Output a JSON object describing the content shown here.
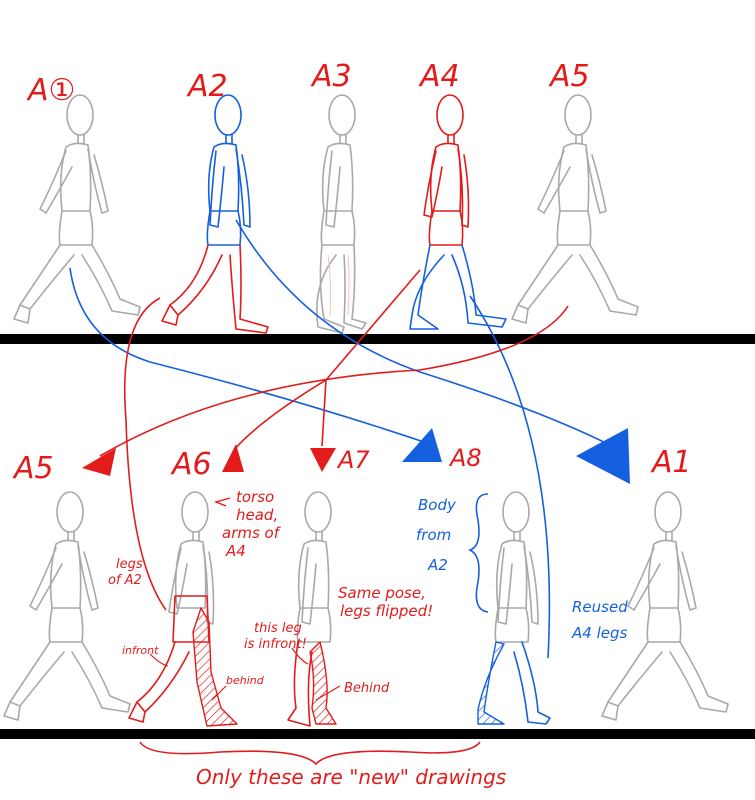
{
  "colors": {
    "red": "#e31b1b",
    "blue": "#1560e0",
    "gray": "#a9a9a9",
    "ground": "#000000",
    "hatch_red": "#e31b1b",
    "hatch_blue": "#1560e0"
  },
  "top_row": {
    "labels": [
      "A①",
      "A2",
      "A3",
      "A4",
      "A5"
    ]
  },
  "bottom_row": {
    "labels": [
      "A5",
      "A6",
      "A7",
      "A8",
      "A1"
    ]
  },
  "notes": {
    "torso": [
      "torso",
      "head,",
      "arms of",
      "A4"
    ],
    "legs_of": [
      "legs",
      "of A2"
    ],
    "infront_small": "infront",
    "behind_small": "behind",
    "this_leg": [
      "this leg",
      "is infront!"
    ],
    "same_pose": [
      "Same pose,",
      "legs flipped!"
    ],
    "behind": "Behind",
    "body_from": [
      "Body",
      "from",
      "A2"
    ],
    "reused": [
      "Reused",
      "A4 legs"
    ],
    "footer": "Only these are \"new\" drawings"
  }
}
